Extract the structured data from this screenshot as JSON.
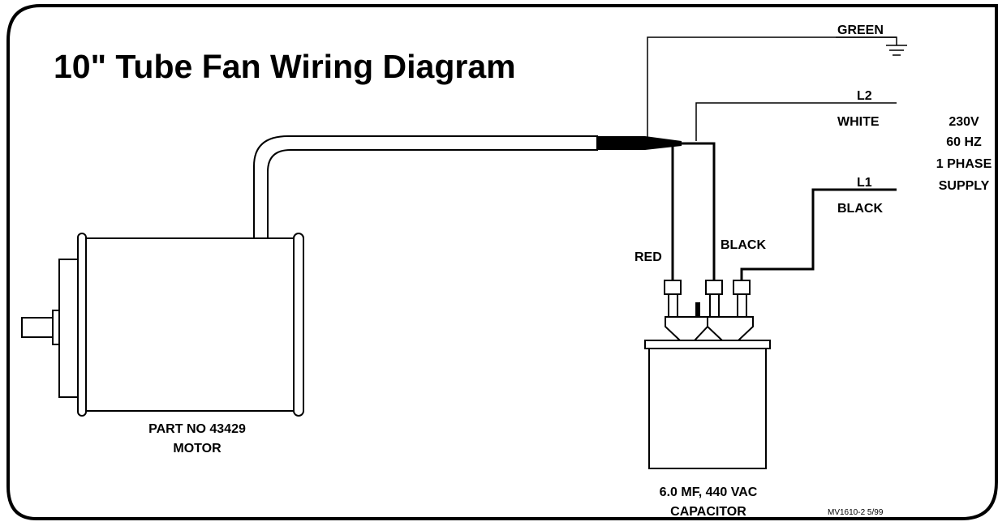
{
  "title": "10\" Tube Fan Wiring Diagram",
  "wires": {
    "ground": "GREEN",
    "l2": "L2",
    "l2_color": "WHITE",
    "l1": "L1",
    "l1_color": "BLACK",
    "cap_red": "RED",
    "cap_black": "BLACK"
  },
  "supply": {
    "line1": "230V",
    "line2": "60 HZ",
    "line3": "1 PHASE",
    "line4": "SUPPLY"
  },
  "motor": {
    "part": "PART NO 43429",
    "label": "MOTOR"
  },
  "capacitor": {
    "rating": "6.0 MF, 440 VAC",
    "label": "CAPACITOR"
  },
  "doc_code": "MV1610-2 5/99"
}
